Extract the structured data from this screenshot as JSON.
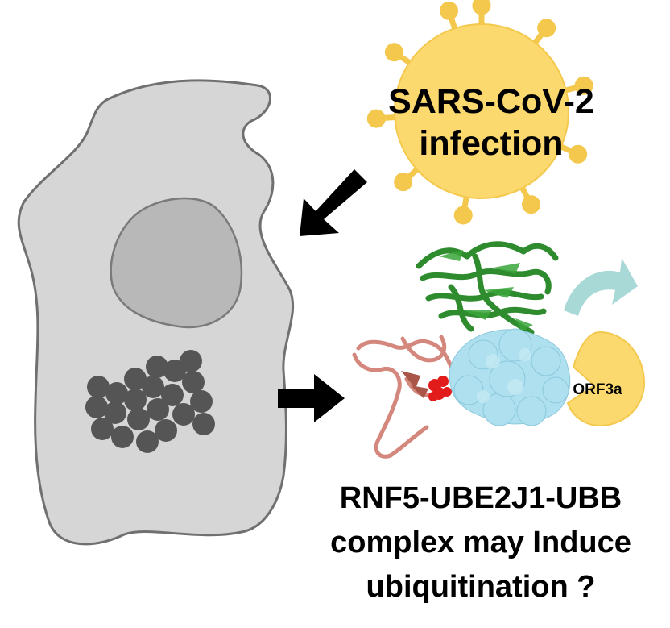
{
  "labels": {
    "virus_line1": "SARS-CoV-2",
    "virus_line2": "infection",
    "orf3a": "ORF3a",
    "complex_line1": "RNF5-UBE2J1-UBB",
    "complex_line2": "complex may Induce",
    "complex_line3": "ubiquitination ?"
  },
  "colors": {
    "cell_fill": "#d6d6d6",
    "nucleus_fill": "#b8b8b8",
    "granules": "#555555",
    "virus_fill": "#fbd96e",
    "orf3a_fill": "#fbd96e",
    "protein_green": "#2e8b2e",
    "protein_salmon": "#d4877d",
    "protein_red": "#e21b1b",
    "surface_blue": "#aee0ef",
    "curved_arrow": "#a8d9d6",
    "arrows": "#000000"
  }
}
